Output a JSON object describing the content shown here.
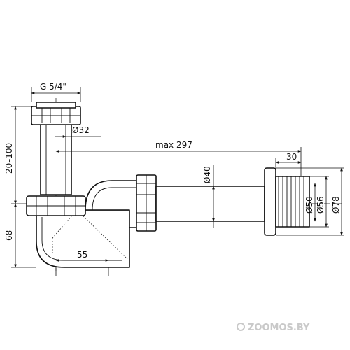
{
  "dimensions": {
    "thread": "G 5/4\"",
    "pipe_diameter": "Ø32",
    "max_length": "max 297",
    "outlet_diameter": "Ø40",
    "wall_offset": "30",
    "flange_inner": "Ø50",
    "flange_middle": "Ø56",
    "flange_outer": "Ø78",
    "height_range": "20–100",
    "lower_height": "68",
    "trap_width": "55"
  },
  "watermark": "ZOOMOS.BY"
}
